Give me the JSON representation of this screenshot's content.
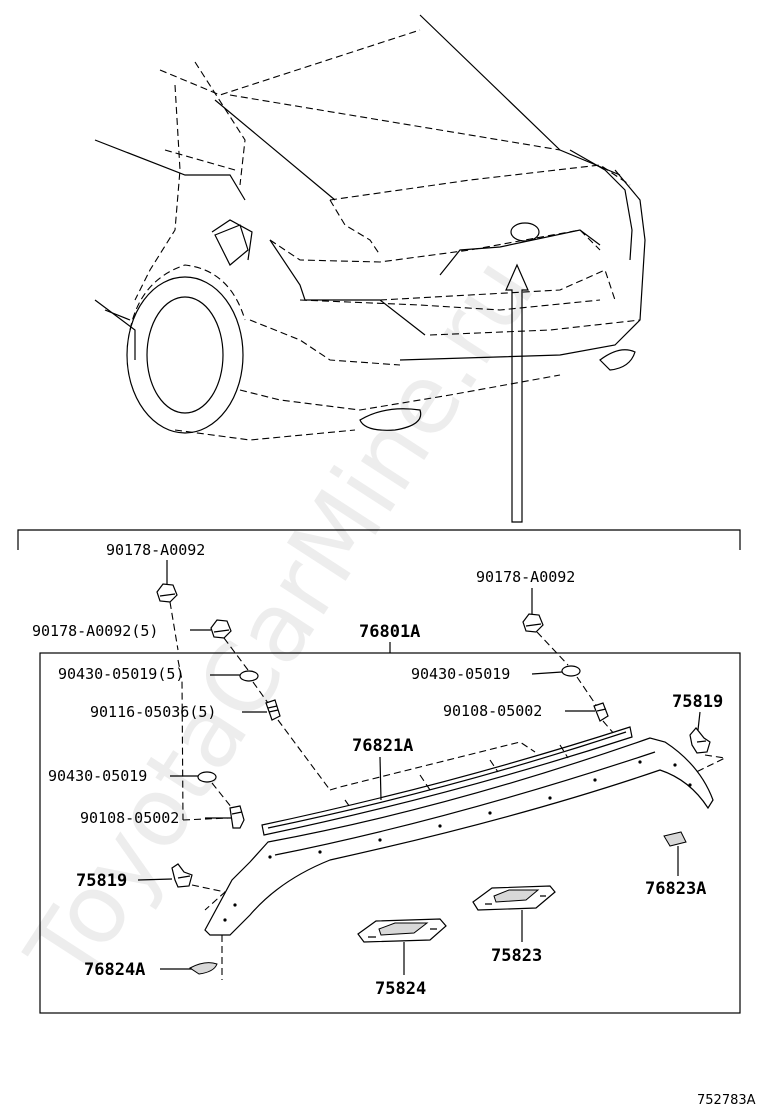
{
  "diagram": {
    "drawing_code": "752783A",
    "watermark": "ToyotaCarMine.ru",
    "parts": {
      "top_left_clip": "90178-A0092",
      "top_right_clip": "90178-A0092",
      "left_clip_5": "90178-A0092(5)",
      "assembly": "76801A",
      "washer_left_5": "90430-05019(5)",
      "washer_right": "90430-05019",
      "bolt_left_5": "90116-05036(5)",
      "bolt_right": "90108-05002",
      "clip_right": "75819",
      "garnish": "76821A",
      "washer_left": "90430-05019",
      "bolt_left": "90108-05002",
      "clip_left": "75819",
      "pad_right": "76823A",
      "pad_left": "76824A",
      "bracket_right": "75823",
      "bracket_left": "75824"
    }
  }
}
